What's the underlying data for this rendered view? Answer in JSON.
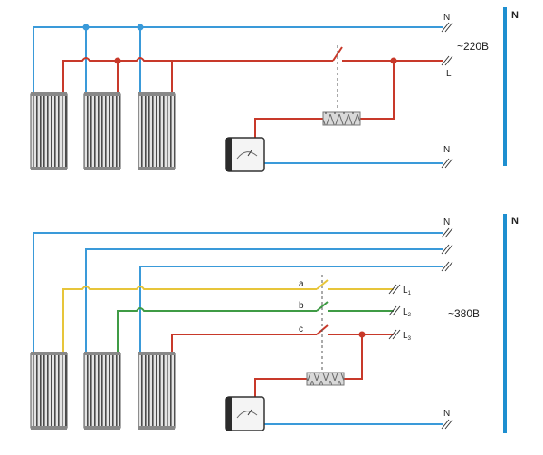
{
  "colors": {
    "neutral": "#3a9ad9",
    "red": "#c8392a",
    "yellow": "#e7c53a",
    "green": "#3f9b45",
    "bus": "#1e8fd0",
    "radiator_dark": "#444444",
    "radiator_light": "#d8d8d8"
  },
  "diagram_top": {
    "label_n_top": "N",
    "label_l": "L",
    "label_n_bottom": "N",
    "voltage": "~220B",
    "bus_label": "N"
  },
  "diagram_bottom": {
    "label_n_top": "N",
    "label_n_bottom": "N",
    "voltage": "~380B",
    "bus_label": "N",
    "switch_labels": [
      "a",
      "b",
      "c"
    ],
    "phases": [
      {
        "letter": "L",
        "index": "1"
      },
      {
        "letter": "L",
        "index": "2"
      },
      {
        "letter": "L",
        "index": "3"
      }
    ]
  },
  "icons": [
    "radiator-icon",
    "thermostat-icon",
    "heating-element-icon",
    "switch-icon"
  ]
}
